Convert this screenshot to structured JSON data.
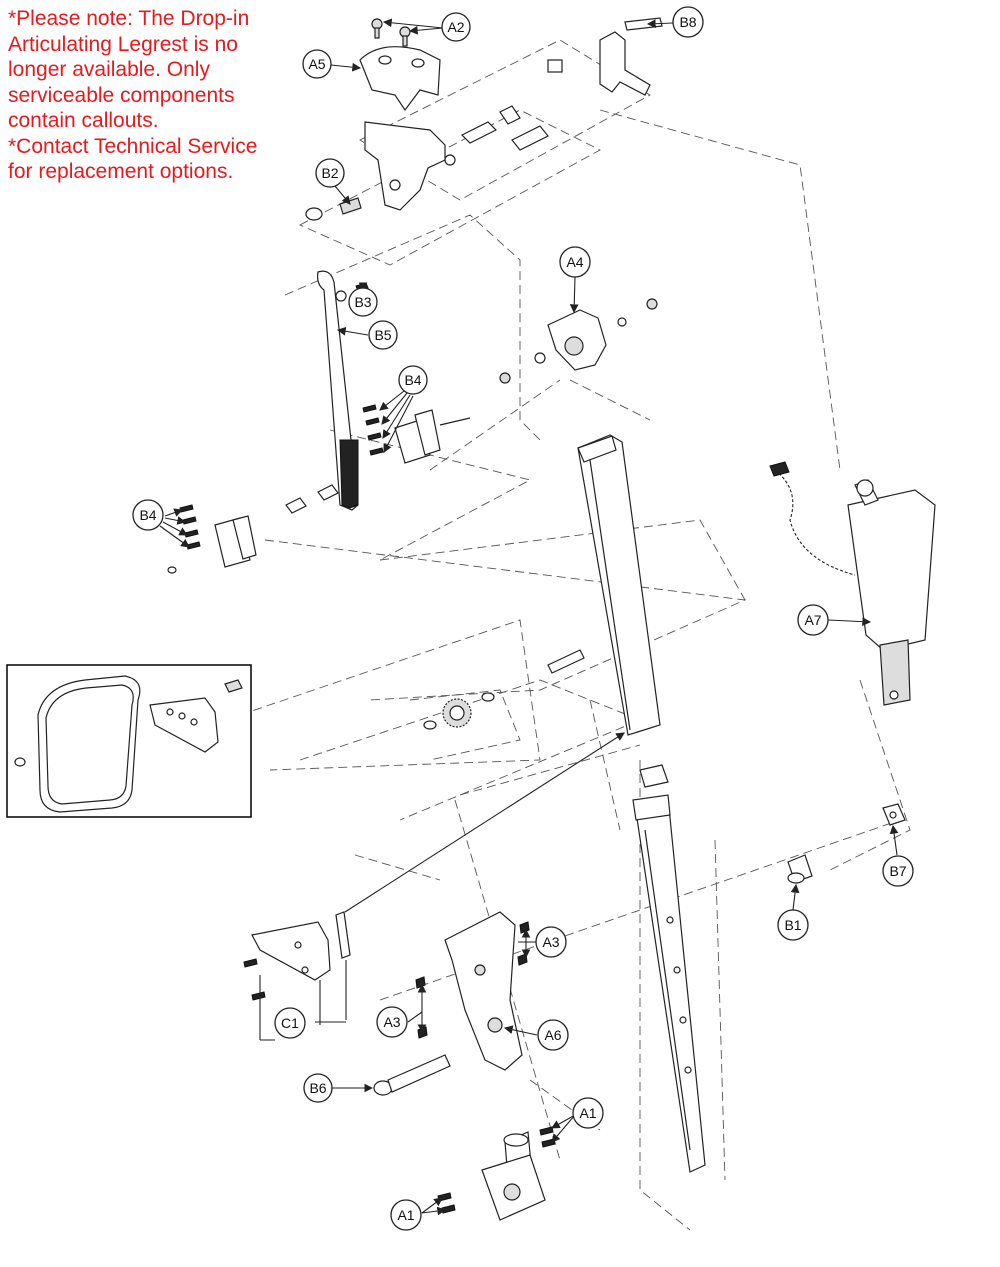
{
  "note_lines": [
    "*Please note: The Drop-in",
    "Articulating Legrest is no",
    "longer available. Only",
    "serviceable components",
    "contain callouts.",
    "*Contact Technical Service",
    "for replacement options."
  ],
  "callouts": {
    "a1_upper": "A1",
    "a1_lower": "A1",
    "a2": "A2",
    "a3_right": "A3",
    "a3_left": "A3",
    "a4": "A4",
    "a5": "A5",
    "a6": "A6",
    "a7": "A7",
    "b1": "B1",
    "b2": "B2",
    "b3": "B3",
    "b4_upper": "B4",
    "b4_left": "B4",
    "b5": "B5",
    "b6": "B6",
    "b7": "B7",
    "b8": "B8",
    "c1": "C1"
  }
}
